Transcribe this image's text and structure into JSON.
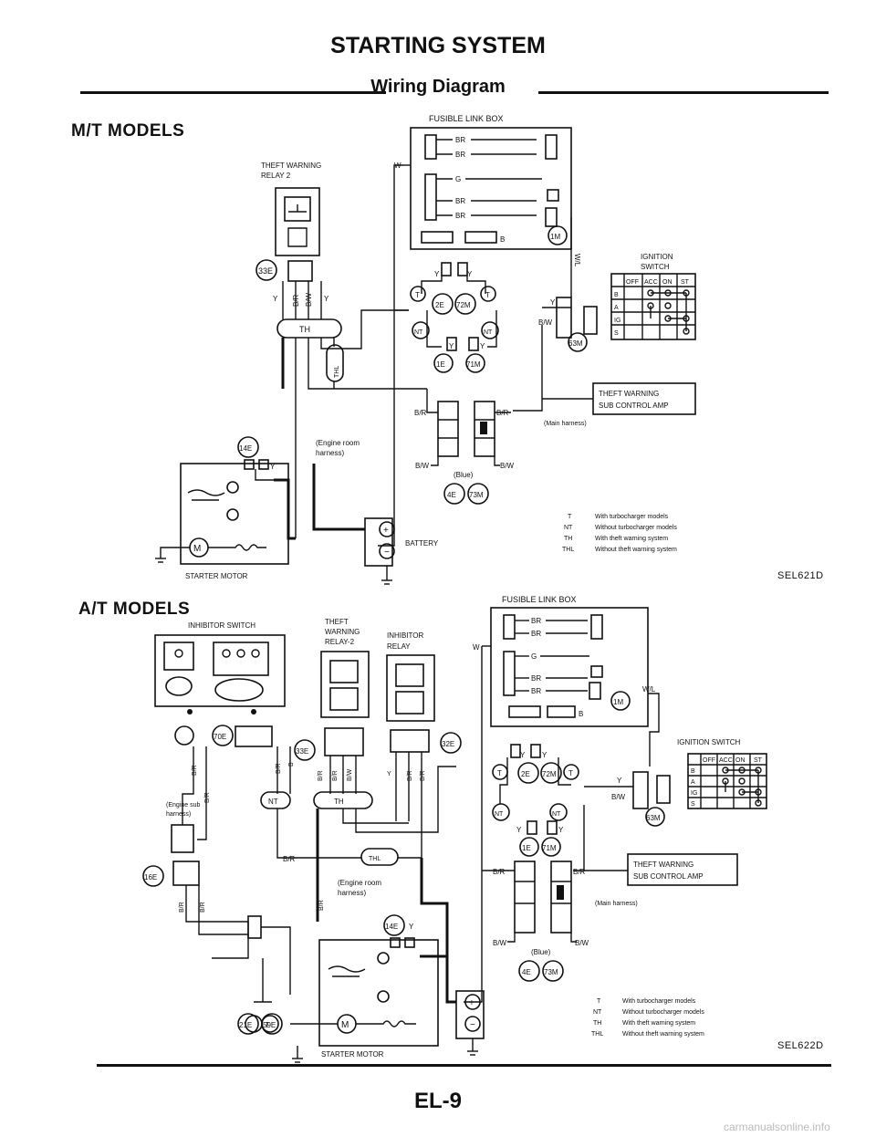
{
  "header": {
    "title": "STARTING SYSTEM",
    "subtitle": "Wiring Diagram"
  },
  "mt": {
    "section": "M/T MODELS",
    "fusible_link_box": "FUSIBLE LINK BOX",
    "theft_relay": [
      "THEFT WARNING",
      "RELAY 2"
    ],
    "ignition_switch": [
      "IGNITION",
      "SWITCH"
    ],
    "theft_amp": [
      "THEFT WARNING",
      "SUB CONTROL AMP"
    ],
    "main_harness": "(Main harness)",
    "engine_room": [
      "(Engine room",
      "harness)"
    ],
    "blue": "(Blue)",
    "battery": "BATTERY",
    "starter_motor": "STARTER MOTOR",
    "ref": "SEL621D",
    "connectors": [
      "33E",
      "2E",
      "72M",
      "1E",
      "71M",
      "63M",
      "14E",
      "4E",
      "73M",
      "1M"
    ],
    "wires": [
      "BR",
      "G",
      "B",
      "W",
      "W/L",
      "Y",
      "B/R",
      "B/W",
      "TH"
    ],
    "legend": [
      {
        "sym": "T",
        "text": "With turbocharger models"
      },
      {
        "sym": "NT",
        "text": "Without turbocharger models"
      },
      {
        "sym": "TH",
        "text": "With theft warning system"
      },
      {
        "sym": "THL",
        "text": "Without theft warning system"
      }
    ]
  },
  "at": {
    "section": "A/T MODELS",
    "fusible_link_box": "FUSIBLE LINK BOX",
    "inhibitor_switch": "INHIBITOR SWITCH",
    "theft_relay": [
      "THEFT",
      "WARNING",
      "RELAY-2"
    ],
    "inhibitor_relay": [
      "INHIBITOR",
      "RELAY"
    ],
    "ignition_switch": "IGNITION SWITCH",
    "theft_amp": [
      "THEFT WARNING",
      "SUB CONTROL AMP"
    ],
    "main_harness": "(Main harness)",
    "engine_room": [
      "(Engine room",
      "harness)"
    ],
    "engine_sub": [
      "(Engine sub",
      "harness)"
    ],
    "blue": "(Blue)",
    "starter_motor": "STARTER MOTOR",
    "ref": "SEL622D",
    "connectors": [
      "70E",
      "33E",
      "32E",
      "16E",
      "21E",
      "59E",
      "14E",
      "2E",
      "72M",
      "1E",
      "71M",
      "63M",
      "4E",
      "73M",
      "1M"
    ],
    "legend": [
      {
        "sym": "T",
        "text": "With turbocharger models"
      },
      {
        "sym": "NT",
        "text": "Without turbocharger models"
      },
      {
        "sym": "TH",
        "text": "With theft warning system"
      },
      {
        "sym": "THL",
        "text": "Without theft warning system"
      }
    ]
  },
  "ignition_table": {
    "columns": [
      "OFF",
      "ACC",
      "ON",
      "ST"
    ],
    "rows": [
      "B",
      "A",
      "IG",
      "S"
    ]
  },
  "footer": {
    "page": "EL-9",
    "watermark": "carmanualsonline.info"
  }
}
